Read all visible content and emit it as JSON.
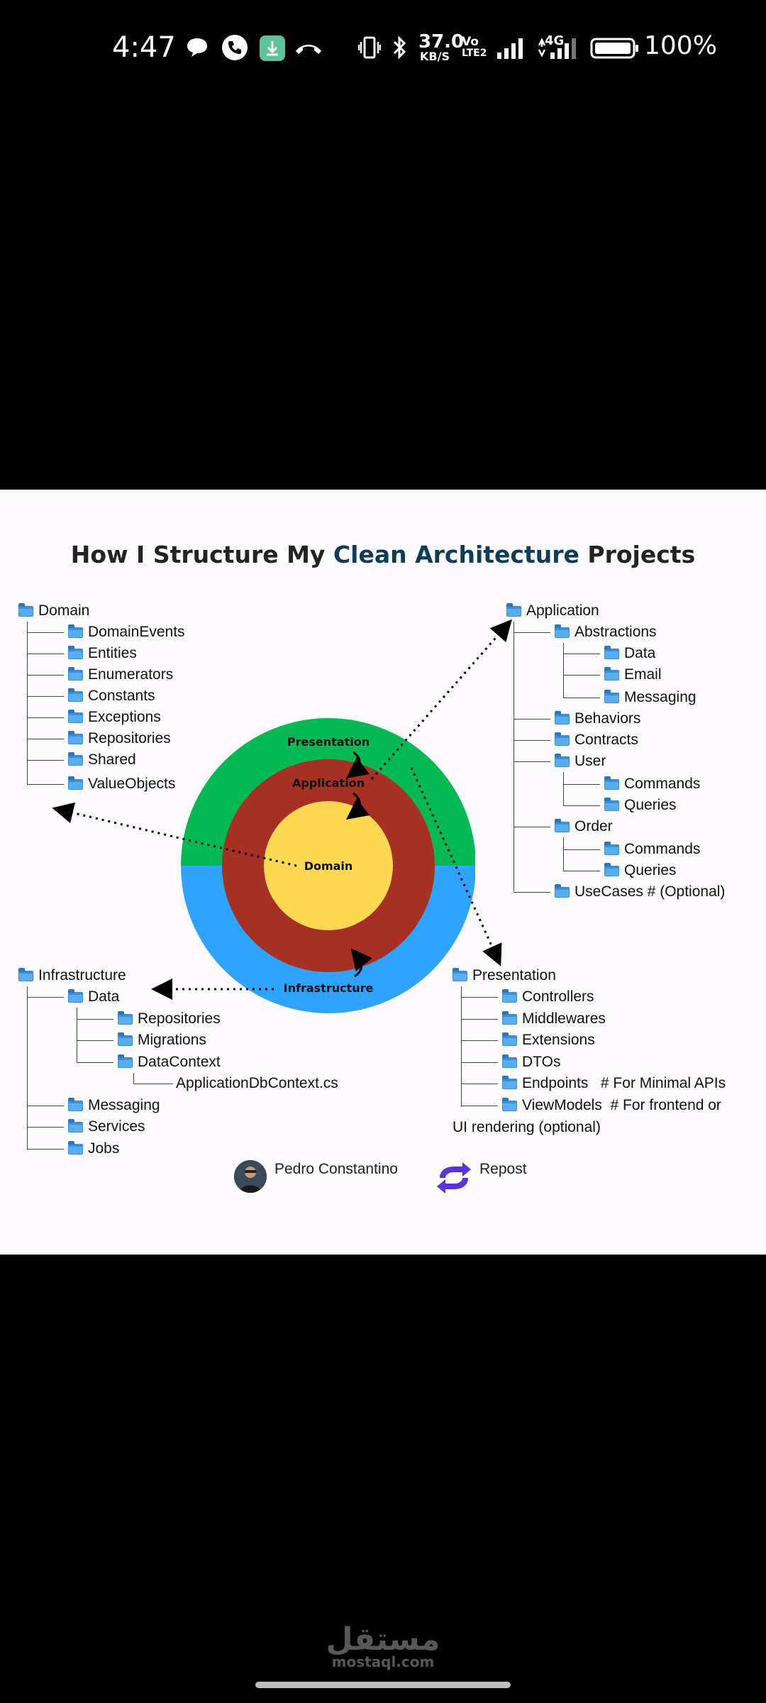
{
  "status_bar": {
    "time": "4:47",
    "net_speed": "37.0",
    "net_speed_unit": "KB/S",
    "volte": "Vo",
    "lte": "LTE2",
    "network": "4G",
    "battery": "100%",
    "icons": [
      "chat-bubble-icon",
      "phone-icon",
      "download-icon",
      "call-end-icon",
      "vibrate-icon",
      "bluetooth-icon",
      "signal-icon",
      "battery-icon"
    ]
  },
  "post": {
    "title_prefix": "How I Structure My ",
    "title_accent": "Clean Architecture",
    "title_suffix": " Projects",
    "accent_color": "#113c55",
    "domain_tree": {
      "root": "Domain",
      "children": [
        "DomainEvents",
        "Entities",
        "Enumerators",
        "Constants",
        "Exceptions",
        "Repositories",
        "Shared",
        "ValueObjects"
      ]
    },
    "application_tree": {
      "root": "Application",
      "abstractions": "Abstractions",
      "abstractions_children": [
        "Data",
        "Email",
        "Messaging"
      ],
      "behaviors": "Behaviors",
      "contracts": "Contracts",
      "user": "User",
      "user_children": [
        "Commands",
        "Queries"
      ],
      "order": "Order",
      "order_children": [
        "Commands",
        "Queries"
      ],
      "usecases": "UseCases # (Optional)"
    },
    "infrastructure_tree": {
      "root": "Infrastructure",
      "data": "Data",
      "data_children": [
        "Repositories",
        "Migrations",
        "DataContext"
      ],
      "dbcontext_file": "ApplicationDbContext.cs",
      "others": [
        "Messaging",
        "Services",
        "Jobs"
      ]
    },
    "presentation_tree": {
      "root": "Presentation",
      "children": [
        "Controllers",
        "Middlewares",
        "Extensions",
        "DTOs"
      ],
      "endpoints": "Endpoints",
      "endpoints_comment": "# For Minimal APIs",
      "viewmodels": "ViewModels",
      "viewmodels_comment": "# For frontend or",
      "viewmodels_comment_2": "UI rendering (optional)"
    },
    "diagram": {
      "layers": {
        "presentation": "Presentation",
        "application": "Application",
        "domain": "Domain",
        "infrastructure": "Infrastructure"
      },
      "colors": {
        "presentation": "#06b854",
        "application": "#a53023",
        "domain": "#fdd853",
        "infrastructure": "#2fa3ff"
      }
    },
    "author": "Pedro Constantino",
    "repost": "Repost",
    "repost_color": "#5b34d6"
  },
  "watermark": {
    "arabic": "مستقل",
    "url": "mostaql.com"
  }
}
